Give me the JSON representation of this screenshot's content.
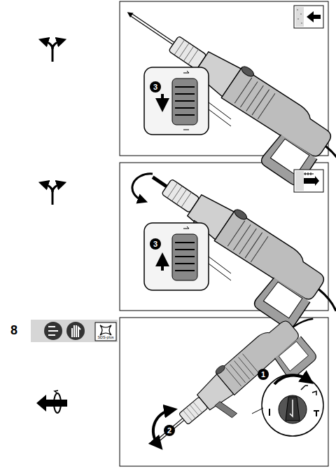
{
  "diagram": {
    "labels": [
      "3",
      "3",
      "8",
      "SDS-plus",
      "1",
      "2"
    ]
  }
}
